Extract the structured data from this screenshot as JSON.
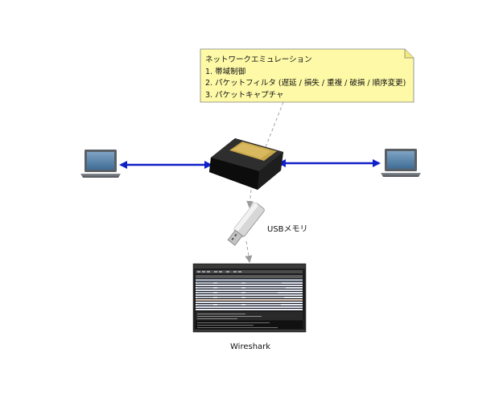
{
  "note": {
    "lines": [
      "ネットワークエミュレーション",
      "1. 帯域制御",
      "2. パケットフィルタ (遅延 / 損失 / 重複 / 破損 / 順序変更)",
      "3. パケットキャプチャ"
    ],
    "fill": "#fdf9a6",
    "border": "#808080"
  },
  "labels": {
    "usb": "USBメモリ",
    "wireshark": "Wireshark"
  },
  "icons": {
    "left": "laptop-icon",
    "right": "laptop-icon",
    "center": "network-emulator-box-icon",
    "usb": "usb-stick-icon",
    "screen": "wireshark-screenshot-icon"
  },
  "colors": {
    "link": "#1020c8",
    "dashed": "#9a9a9a"
  }
}
